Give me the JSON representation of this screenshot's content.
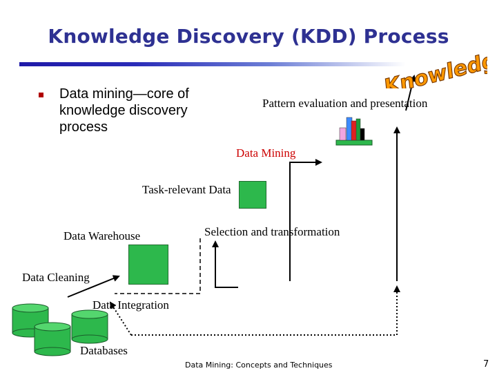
{
  "title": "Knowledge Discovery (KDD) Process",
  "bullet": "Data mining—core of knowledge discovery process",
  "wordart": "Knowledge",
  "labels": {
    "pattern_evaluation": "Pattern evaluation and presentation",
    "data_mining": "Data Mining",
    "task_relevant": "Task-relevant Data",
    "data_warehouse": "Data Warehouse",
    "selection": "Selection and transformation",
    "data_cleaning": "Data Cleaning",
    "data_integration": "Data Integration",
    "databases": "Databases"
  },
  "footer": "Data Mining: Concepts and Techniques",
  "page_number": "7",
  "colors": {
    "title": "#2e3192",
    "bullet_marker": "#b00000",
    "data_mining_label": "#cc0000",
    "store_fill": "#2db84c",
    "wordart_fill": "#ff9900",
    "wordart_outline": "#7a3a00",
    "pattern_bars": [
      "#f2a5e0",
      "#3d8bff",
      "#e02020",
      "#1c9c3a",
      "#000000"
    ]
  },
  "icons": [
    "database-cylinder-icon",
    "data-warehouse-cube-icon",
    "task-data-cube-icon",
    "bar-chart-icon",
    "knowledge-wordart"
  ]
}
